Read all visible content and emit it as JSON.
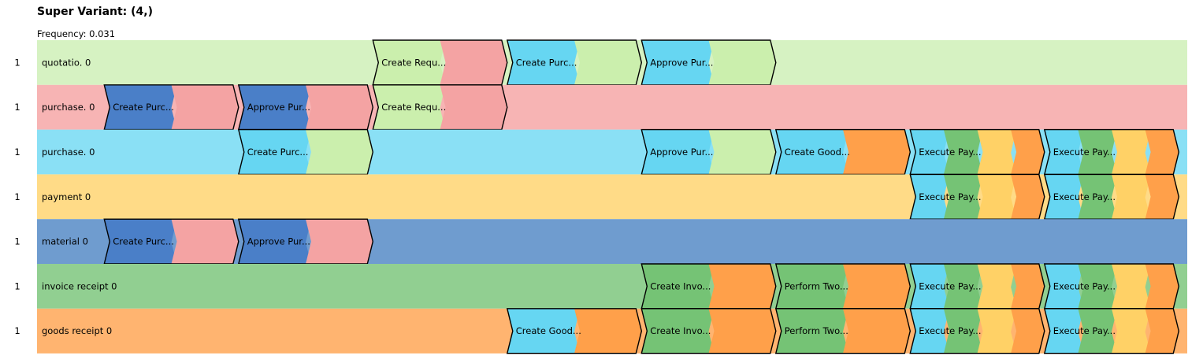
{
  "title": "Super Variant: (4,)",
  "frequency": "Frequency: 0.031",
  "colors": {
    "light_green": "#cbefad",
    "salmon": "#f4a3a3",
    "light_blue": "#66d6f2",
    "dark_blue": "#4a7fc8",
    "orange": "#ffa04a",
    "green": "#75c375",
    "yellow": "#ffd166"
  },
  "lanes": [
    {
      "count": "1",
      "label": "quotatio. 0",
      "bg": "#d6f2c2",
      "activities": [
        {
          "label": "Create Requ...",
          "col": 5,
          "colors": [
            "light_green",
            "salmon"
          ]
        },
        {
          "label": "Create Purc...",
          "col": 7,
          "colors": [
            "light_blue",
            "light_green"
          ]
        },
        {
          "label": "Approve Pur...",
          "col": 9,
          "colors": [
            "light_blue",
            "light_green"
          ]
        }
      ]
    },
    {
      "count": "1",
      "label": "purchase. 0",
      "bg": "#f7b4b4",
      "activities": [
        {
          "label": "Create Purc...",
          "col": 1,
          "colors": [
            "dark_blue",
            "salmon"
          ]
        },
        {
          "label": "Approve Pur...",
          "col": 3,
          "colors": [
            "dark_blue",
            "salmon"
          ]
        },
        {
          "label": "Create Requ...",
          "col": 5,
          "colors": [
            "light_green",
            "salmon"
          ]
        }
      ]
    },
    {
      "count": "1",
      "label": "purchase. 0",
      "bg": "#8ae0f5",
      "activities": [
        {
          "label": "Create Purc...",
          "col": 3,
          "colors": [
            "light_blue",
            "light_green"
          ]
        },
        {
          "label": "Approve Pur...",
          "col": 9,
          "colors": [
            "light_blue",
            "light_green"
          ]
        },
        {
          "label": "Create Good...",
          "col": 11,
          "colors": [
            "light_blue",
            "orange"
          ]
        },
        {
          "label": "Execute Pay...",
          "col": 13,
          "colors": [
            "light_blue",
            "green",
            "yellow",
            "orange"
          ]
        },
        {
          "label": "Execute Pay...",
          "col": 15,
          "colors": [
            "light_blue",
            "green",
            "yellow",
            "orange"
          ]
        }
      ]
    },
    {
      "count": "1",
      "label": "payment 0",
      "bg": "#ffdb87",
      "activities": [
        {
          "label": "Execute Pay...",
          "col": 13,
          "colors": [
            "light_blue",
            "green",
            "yellow",
            "orange"
          ]
        },
        {
          "label": "Execute Pay...",
          "col": 15,
          "colors": [
            "light_blue",
            "green",
            "yellow",
            "orange"
          ]
        }
      ]
    },
    {
      "count": "1",
      "label": "material 0",
      "bg": "#6f9ccf",
      "activities": [
        {
          "label": "Create Purc...",
          "col": 1,
          "colors": [
            "dark_blue",
            "salmon"
          ]
        },
        {
          "label": "Approve Pur...",
          "col": 3,
          "colors": [
            "dark_blue",
            "salmon"
          ]
        }
      ]
    },
    {
      "count": "1",
      "label": "invoice receipt 0",
      "bg": "#91cf91",
      "activities": [
        {
          "label": "Create Invo...",
          "col": 9,
          "colors": [
            "green",
            "orange"
          ]
        },
        {
          "label": "Perform Two...",
          "col": 11,
          "colors": [
            "green",
            "orange"
          ]
        },
        {
          "label": "Execute Pay...",
          "col": 13,
          "colors": [
            "light_blue",
            "green",
            "yellow",
            "orange"
          ]
        },
        {
          "label": "Execute Pay...",
          "col": 15,
          "colors": [
            "light_blue",
            "green",
            "yellow",
            "orange"
          ]
        }
      ]
    },
    {
      "count": "1",
      "label": "goods receipt 0",
      "bg": "#ffb470",
      "activities": [
        {
          "label": "Create Good...",
          "col": 7,
          "colors": [
            "light_blue",
            "orange"
          ]
        },
        {
          "label": "Create Invo...",
          "col": 9,
          "colors": [
            "green",
            "orange"
          ]
        },
        {
          "label": "Perform Two...",
          "col": 11,
          "colors": [
            "green",
            "orange"
          ]
        },
        {
          "label": "Execute Pay...",
          "col": 13,
          "colors": [
            "light_blue",
            "green",
            "yellow",
            "orange"
          ]
        },
        {
          "label": "Execute Pay...",
          "col": 15,
          "colors": [
            "light_blue",
            "green",
            "yellow",
            "orange"
          ]
        }
      ]
    }
  ]
}
